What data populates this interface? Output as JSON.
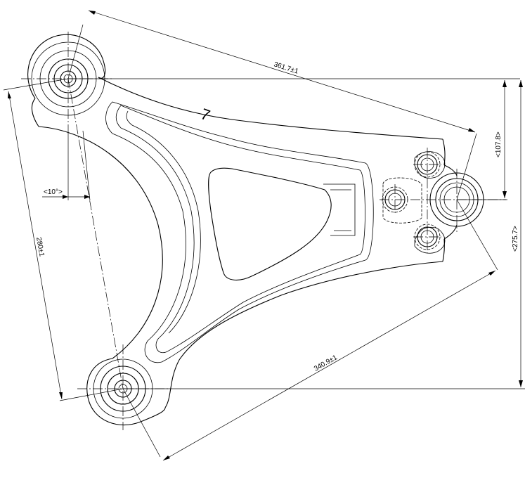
{
  "drawing": {
    "dimensions": {
      "top_length": "361.7±1",
      "bottom_length": "340.9±1",
      "left_length": "280±1",
      "right_vertical_short": "<107.8>",
      "right_vertical_long": "<275.7>",
      "angle": "<10°>"
    },
    "marker": "7"
  }
}
